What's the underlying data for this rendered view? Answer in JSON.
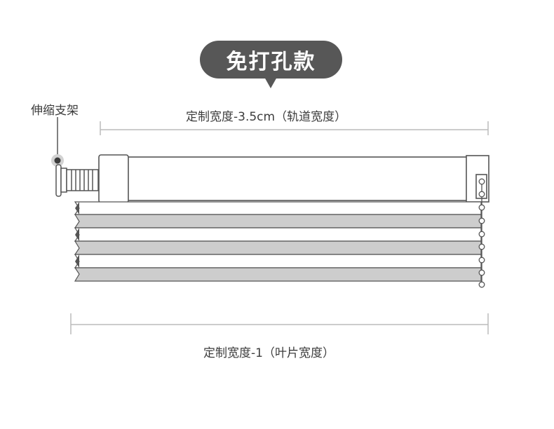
{
  "heading": {
    "title": "免打孔款"
  },
  "labels": {
    "bracket": "伸缩支架",
    "track_width": "定制宽度-3.5cm（轨道宽度）",
    "slat_width": "定制宽度-1（叶片宽度）"
  },
  "colors": {
    "pill": "#575757",
    "outline": "#555555",
    "slat_fill": "#cdcdcd",
    "dimension_line": "#bbbbbb",
    "text": "#3c3c3c"
  }
}
